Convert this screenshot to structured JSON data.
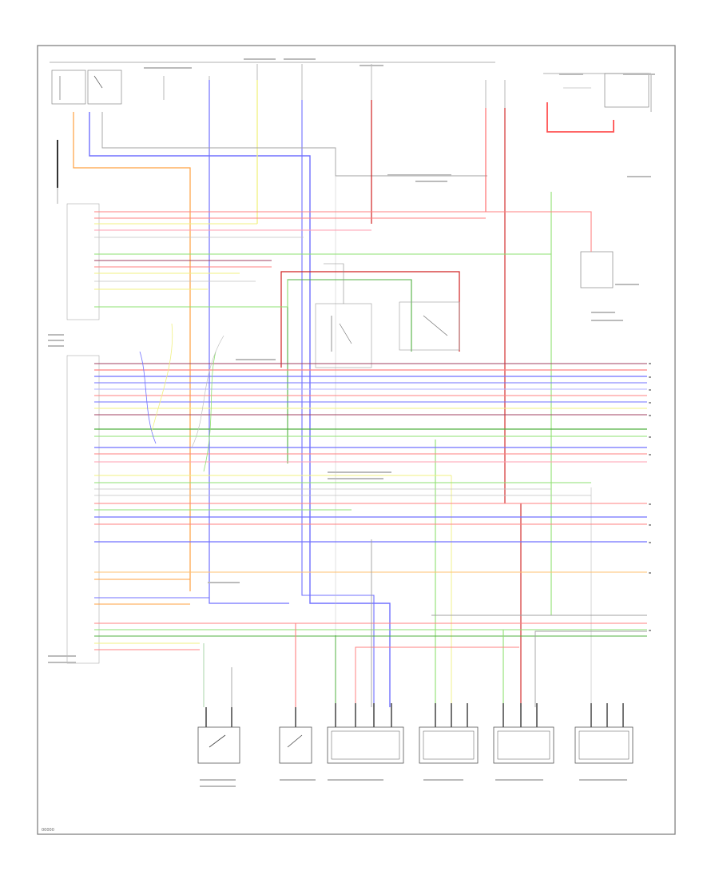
{
  "diagram": {
    "wire_colors": {
      "red": "#ff8080",
      "dark_red": "#d02020",
      "blue": "#7070ff",
      "green": "#8ee070",
      "dark_green": "#50b040",
      "yellow": "#f0f080",
      "orange": "#ffa040",
      "pink": "#ff9fb0",
      "gray": "#a0a0a0",
      "black": "#202020",
      "maroon": "#a04060"
    },
    "bottom_components": [
      {
        "id": "switch-a"
      },
      {
        "id": "switch-b"
      },
      {
        "id": "connector-c"
      },
      {
        "id": "connector-d"
      },
      {
        "id": "connector-e"
      },
      {
        "id": "connector-f"
      }
    ],
    "corner_tag": "00000"
  }
}
